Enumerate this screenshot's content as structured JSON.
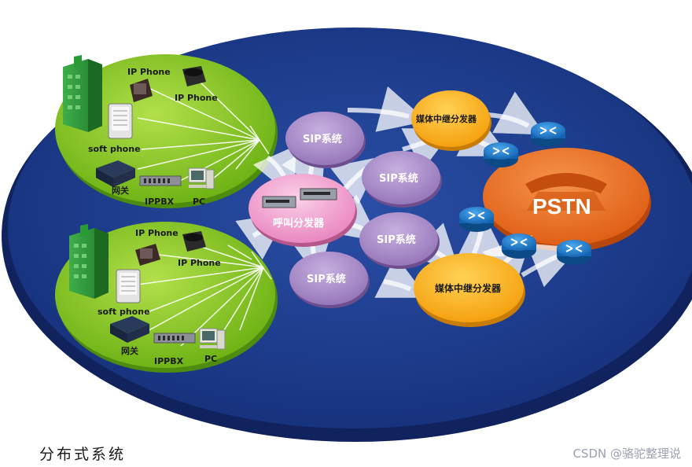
{
  "caption": "分布式系统",
  "watermark": "CSDN @骆驼整理说",
  "pstn_label": "PSTN",
  "call_distributor_label": "呼叫分发器",
  "media_relay_label": "媒体中继分发器",
  "sip_label": "SIP系统",
  "site": {
    "ip_phone_label": "IP Phone",
    "soft_phone_label": "soft phone",
    "gateway_label": "网关",
    "ippbx_label": "IPPBX",
    "pc_label": "PC"
  },
  "colors": {
    "disc": "#1b3a86",
    "disc_edge": "#12286a",
    "site_green": "#82c31e",
    "sip_purple": "#a98ac6",
    "call_pink": "#f0a6cf",
    "media_orange": "#f7ae0f",
    "pstn_orange": "#ec6d1c",
    "router_blue": "#1e78c9"
  }
}
